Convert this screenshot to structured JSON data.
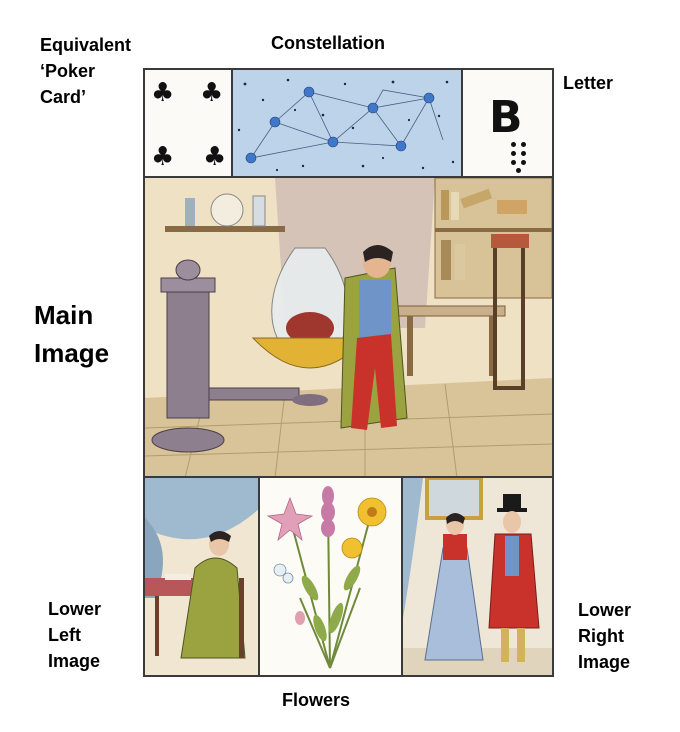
{
  "labels": {
    "poker_card": "Equivalent\n‘Poker\nCard’",
    "constellation": "Constellation",
    "letter": "Letter",
    "main_image": "Main\nImage",
    "lower_left": "Lower\nLeft\nImage",
    "flowers": "Flowers",
    "lower_right": "Lower\nRight\nImage"
  },
  "card": {
    "suit_icon": "club-icon",
    "suit_glyph": "♣",
    "letter_glyph": "B",
    "colors": {
      "border": "#3a3a3a",
      "sky": "#bcd3ea",
      "star_blue": "#3f78c8",
      "wall": "#efe1c4",
      "coat_green": "#9aa340",
      "trousers_red": "#c8322a",
      "curtain_blue": "#9fb9cf"
    }
  }
}
